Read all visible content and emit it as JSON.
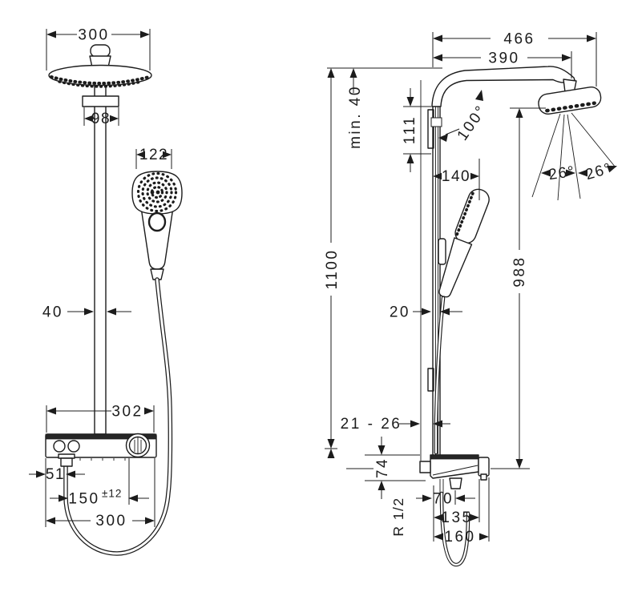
{
  "drawing": {
    "background": "#ffffff",
    "ink": "#1c1c1c",
    "panel_accent": "#262626",
    "front_view": {
      "head_width": "300",
      "head_connector_width": "98",
      "hand_shower_width": "122",
      "pipe_width": "40",
      "shelf_width": "302",
      "hose_outlet_offset": "51",
      "select_knob_offset": "150",
      "select_knob_tolerance": "±12",
      "hose_loop_width": "300"
    },
    "side_view": {
      "arm_reach_total": "466",
      "arm_reach": "390",
      "ceiling_clearance": "min. 40",
      "arm_drop": "111",
      "arm_angle": "100°",
      "hand_shower_reach": "140",
      "spray_angle_left": "26°",
      "spray_angle_right": "26°",
      "total_height": "1100",
      "head_height": "988",
      "pipe_depth": "20",
      "wall_clearance": "21 - 26",
      "valve_height": "74",
      "outlet_depth": "70",
      "connection_thread": "R 1/2",
      "valve_depth": "135",
      "valve_depth_with_knob": "160"
    }
  }
}
